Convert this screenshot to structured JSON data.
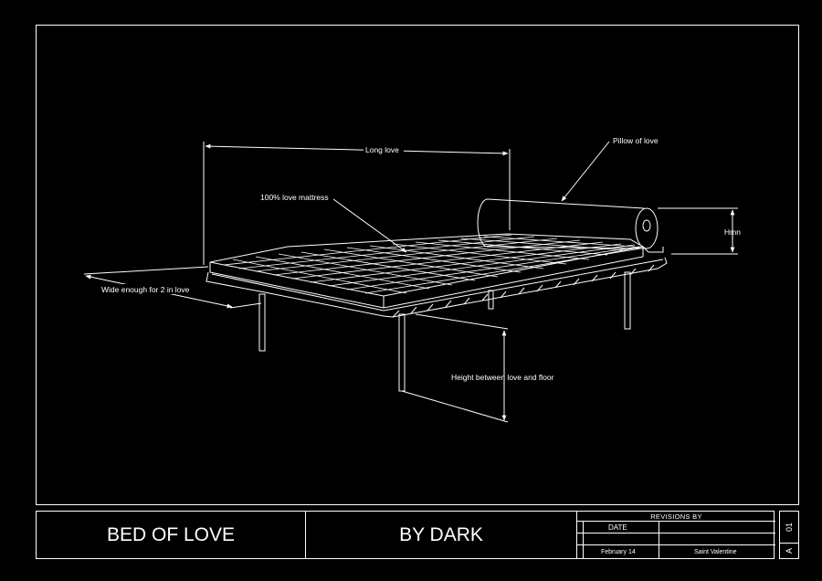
{
  "annotations": {
    "long": "Long love",
    "pillow": "Pillow of love",
    "mattress": "100% love mattress",
    "hmn": "Hmn",
    "wide": "Wide enough for 2 in love",
    "height": "Height between love and floor"
  },
  "title_block": {
    "title": "BED OF LOVE",
    "author": "BY DARK",
    "revisions_header": "REVISIONS BY",
    "date_label": "DATE",
    "date_value": "February 14",
    "revised_by": "Saint Valentine",
    "sheet_number": "01",
    "sheet_letter": "A"
  },
  "colors": {
    "background": "#000000",
    "lines": "#ffffff"
  }
}
